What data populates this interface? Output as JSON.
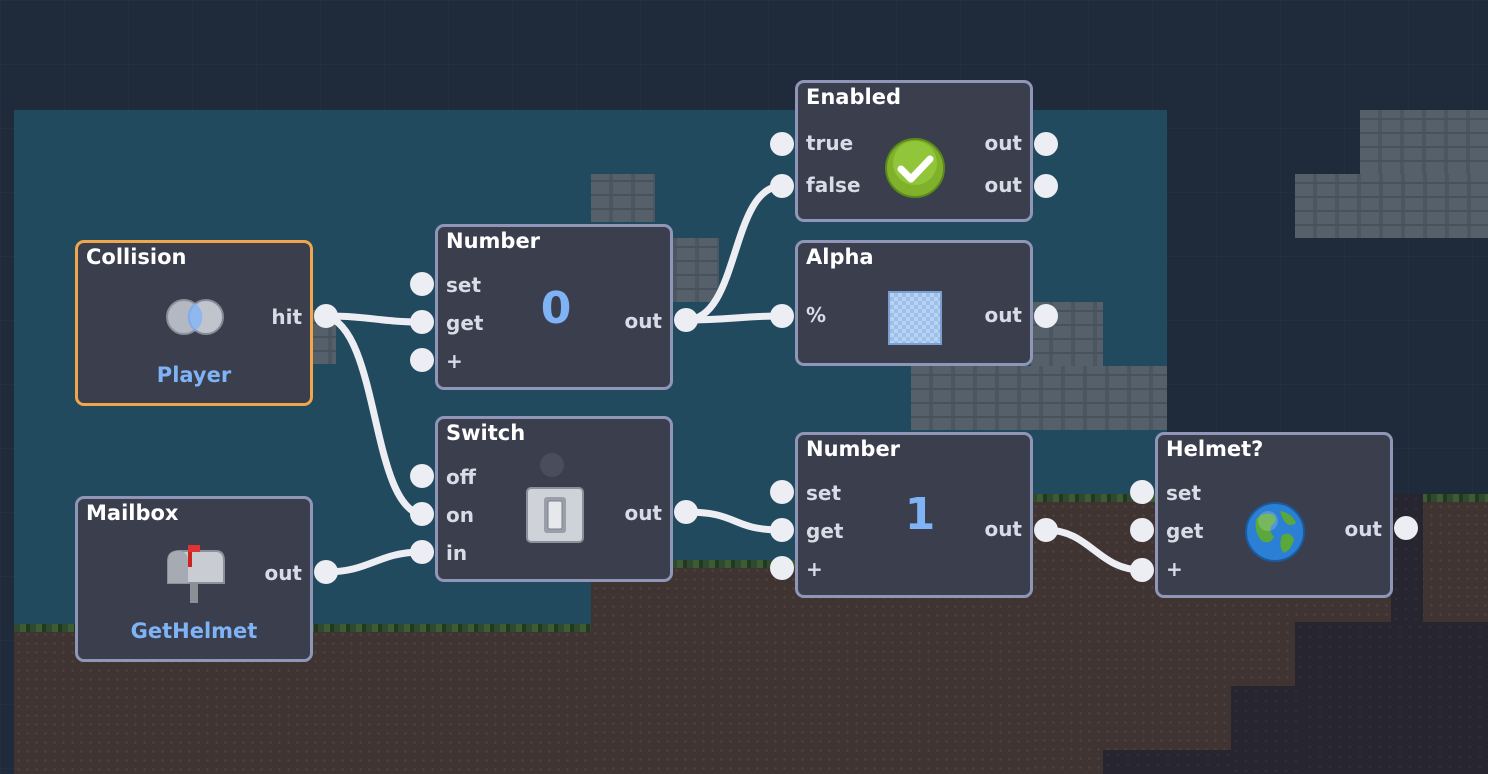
{
  "nodes": {
    "collision": {
      "title": "Collision",
      "output": "hit",
      "caption": "Player",
      "icon": "collision-icon"
    },
    "mailbox": {
      "title": "Mailbox",
      "output": "out",
      "caption": "GetHelmet",
      "icon": "mailbox-icon"
    },
    "number_top": {
      "title": "Number",
      "inputs": [
        "set",
        "get",
        "+"
      ],
      "value": "0",
      "output": "out"
    },
    "switch": {
      "title": "Switch",
      "inputs": [
        "off",
        "on",
        "in"
      ],
      "output": "out",
      "icon": "toggle-switch-icon"
    },
    "enabled": {
      "title": "Enabled",
      "inputs": [
        "true",
        "false"
      ],
      "outputs": [
        "out",
        "out"
      ],
      "icon": "green-check-icon"
    },
    "alpha": {
      "title": "Alpha",
      "input": "%",
      "output": "out",
      "icon": "transparency-icon"
    },
    "number_bottom": {
      "title": "Number",
      "inputs": [
        "set",
        "get",
        "+"
      ],
      "value": "1",
      "output": "out"
    },
    "helmet": {
      "title": "Helmet?",
      "inputs": [
        "set",
        "get",
        "+"
      ],
      "output": "out",
      "icon": "globe-icon"
    }
  },
  "colors": {
    "node_bg": "#3a3e4d",
    "node_border": "#8f96b8",
    "selected_border": "#f0a64b",
    "value_blue": "#7fb3f5",
    "wire": "#eceef3"
  }
}
